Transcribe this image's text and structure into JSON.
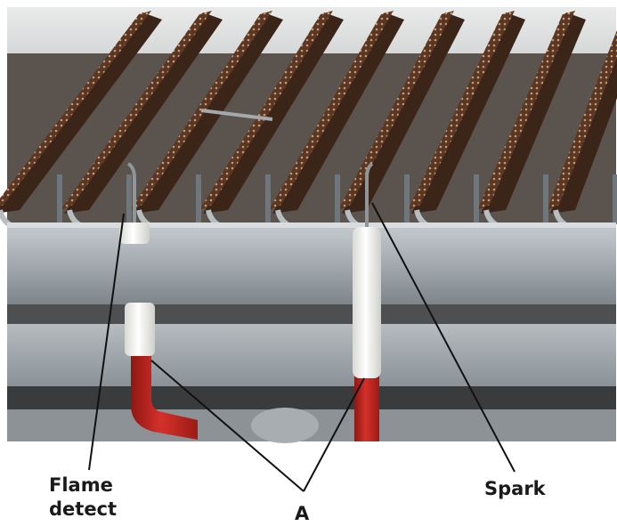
{
  "figure": {
    "labels": {
      "flame_line1": "Flame",
      "flame_line2": "detect",
      "a": "A",
      "spark": "Spark"
    },
    "colors": {
      "background": "#ffffff",
      "burner_dark": "#3b2418",
      "burner_copper": "#8a5a3a",
      "steel": "#a9b0b4",
      "steel_shadow": "#6f777c",
      "insulator_white": "#f2f2f0",
      "lead_red": "#c2231d",
      "leader_line": "#111111"
    },
    "icons": {
      "photo": "gas-burner-electrodes-photo"
    }
  }
}
